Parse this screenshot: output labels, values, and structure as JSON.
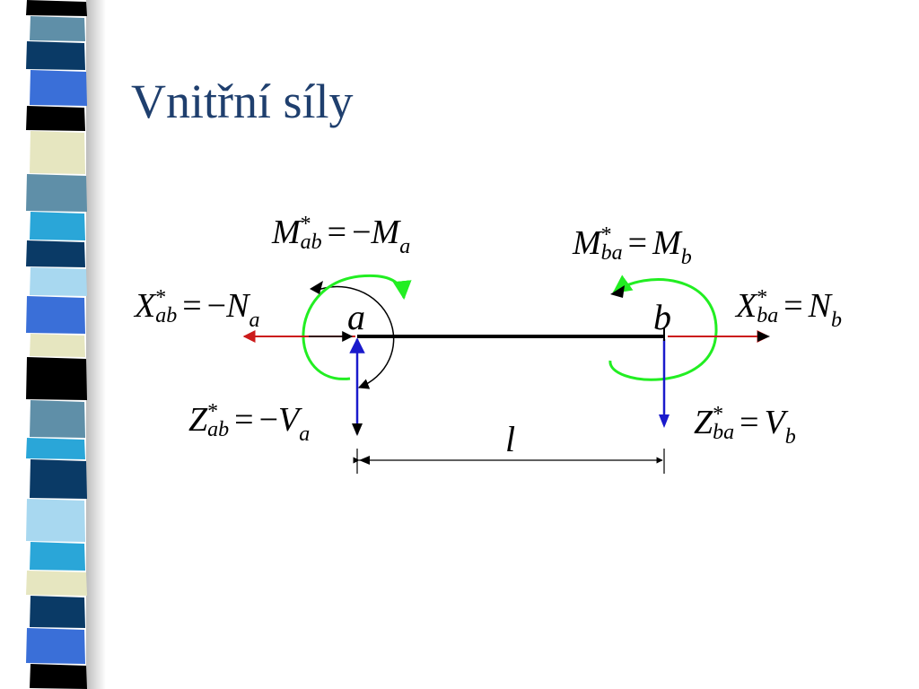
{
  "slide": {
    "title": "Vnitřní síly"
  },
  "colors": {
    "title": "#1f3f6e",
    "beam": "#000000",
    "normal_force": "#cc1a1a",
    "shear_force": "#1a1acc",
    "moment": "#22ee22"
  },
  "diagram": {
    "point_a": "a",
    "point_b": "b",
    "length": "l",
    "m_ab": {
      "sym": "M",
      "sup": "*",
      "sub": "ab",
      "op": "=",
      "rhs_sign": "−",
      "rhs_sym": "M",
      "rhs_sub": "a"
    },
    "m_ba": {
      "sym": "M",
      "sup": "*",
      "sub": "ba",
      "op": "=",
      "rhs_sign": "",
      "rhs_sym": "M",
      "rhs_sub": "b"
    },
    "x_ab": {
      "sym": "X",
      "sup": "*",
      "sub": "ab",
      "op": "=",
      "rhs_sign": "−",
      "rhs_sym": "N",
      "rhs_sub": "a"
    },
    "x_ba": {
      "sym": "X",
      "sup": "*",
      "sub": "ba",
      "op": "=",
      "rhs_sign": "",
      "rhs_sym": "N",
      "rhs_sub": "b"
    },
    "z_ab": {
      "sym": "Z",
      "sup": "*",
      "sub": "ab",
      "op": "=",
      "rhs_sign": "−",
      "rhs_sym": "V",
      "rhs_sub": "a"
    },
    "z_ba": {
      "sym": "Z",
      "sup": "*",
      "sub": "ba",
      "op": "=",
      "rhs_sign": "",
      "rhs_sym": "V",
      "rhs_sub": "b"
    }
  }
}
